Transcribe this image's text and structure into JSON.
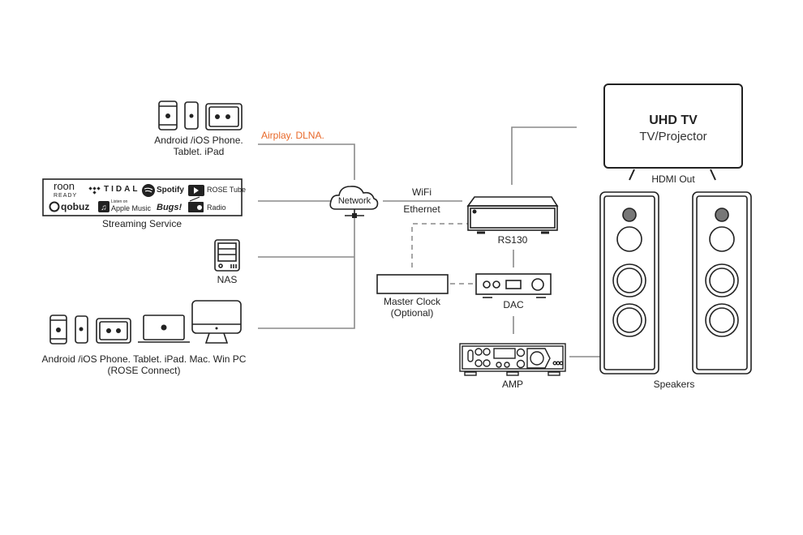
{
  "diagram": {
    "title": "ROSE RS130 connection diagram",
    "sources": {
      "mobile_devices": {
        "label_line1": "Android /iOS Phone.",
        "label_line2": "Tablet. iPad"
      },
      "protocol_label": "Airplay. DLNA.",
      "streaming": {
        "label": "Streaming Service",
        "services": [
          "roon READY",
          "TIDAL",
          "Spotify",
          "ROSE Tube",
          "qobuz",
          "Apple Music",
          "Bugs!",
          "Radio"
        ],
        "roon_line1": "roon",
        "roon_line2": "READY",
        "tidal": "TIDAL",
        "spotify": "Spotify",
        "rosetube": "ROSE Tube",
        "qobuz": "qobuz",
        "apple_small": "Listen on",
        "apple": "Apple Music",
        "bugs": "Bugs!",
        "radio": "Radio"
      },
      "nas": {
        "label": "NAS"
      },
      "control_devices": {
        "label_line1": "Android /iOS Phone. Tablet. iPad. Mac. Win PC",
        "label_line2": "(ROSE Connect)"
      }
    },
    "network": {
      "label": "Network",
      "link_label_top": "WiFi",
      "link_label_bottom": "Ethernet"
    },
    "player": {
      "label": "RS130"
    },
    "master_clock": {
      "label_line1": "Master Clock",
      "label_line2": "(Optional)"
    },
    "dac": {
      "label": "DAC"
    },
    "amp": {
      "label": "AMP"
    },
    "tv": {
      "title": "UHD TV",
      "subtitle": "TV/Projector",
      "link_label": "HDMI Out"
    },
    "speakers": {
      "label": "Speakers"
    },
    "colors": {
      "accent": "#e8692a",
      "line": "#8a8a8a",
      "ink": "#222222"
    }
  }
}
